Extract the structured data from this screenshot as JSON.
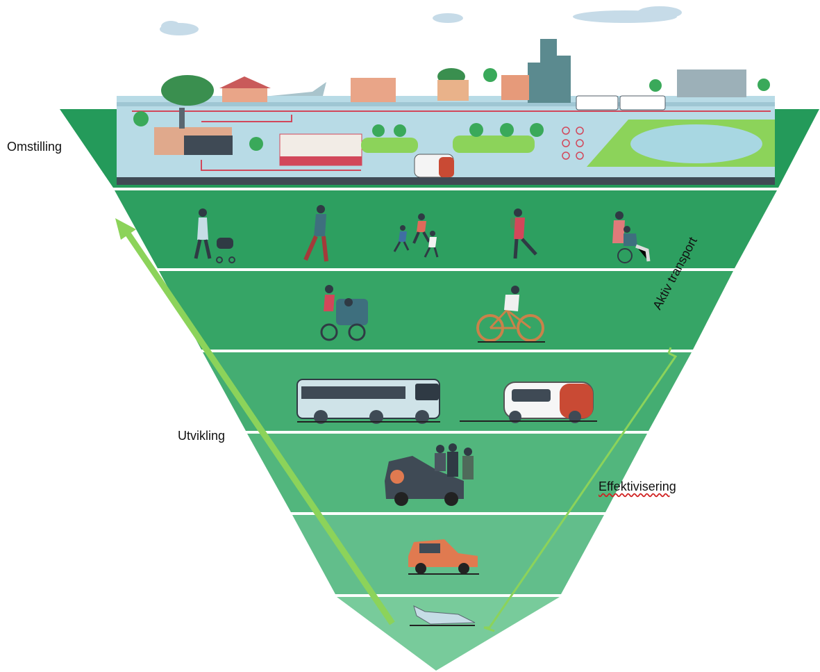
{
  "labels": {
    "omstilling": "Omstilling",
    "utvikling": "Utvikling",
    "effektivisering": "Effektivisering",
    "aktiv_transport": "Aktiv transport"
  },
  "tiers": [
    {
      "id": "city",
      "icons": [
        "city-skyline-icon",
        "wind-turbine-icon",
        "bus-icon",
        "tram-icon",
        "bicycle-icon",
        "pedestrian-icon",
        "park-icon",
        "lake-icon",
        "autonomous-shuttle-icon",
        "airplane-icon"
      ]
    },
    {
      "id": "walking",
      "icons": [
        "stroller-walker-icon",
        "walker-icon",
        "running-children-icon",
        "hiker-icon",
        "wheelchair-icon"
      ]
    },
    {
      "id": "cycling",
      "icons": [
        "cycle-rickshaw-icon",
        "bicycle-icon"
      ]
    },
    {
      "id": "public-transport",
      "icons": [
        "bus-icon",
        "autonomous-shuttle-icon"
      ]
    },
    {
      "id": "shared-car",
      "icons": [
        "van-icon",
        "people-icon"
      ]
    },
    {
      "id": "car",
      "icons": [
        "car-icon"
      ]
    },
    {
      "id": "air",
      "icons": [
        "airplane-icon"
      ]
    }
  ],
  "colors": {
    "tier_dark": "#249a5a",
    "tier_mid": "#3aaa6a",
    "tier_light": "#5cbf84",
    "tier_lighter": "#7acd9b",
    "arrow": "#8cd35a",
    "bracket": "#8cd35a",
    "city_bg": "#b8dbe6",
    "road": "#3f4a55",
    "accent_red": "#d2475a",
    "orange": "#e07a50"
  }
}
